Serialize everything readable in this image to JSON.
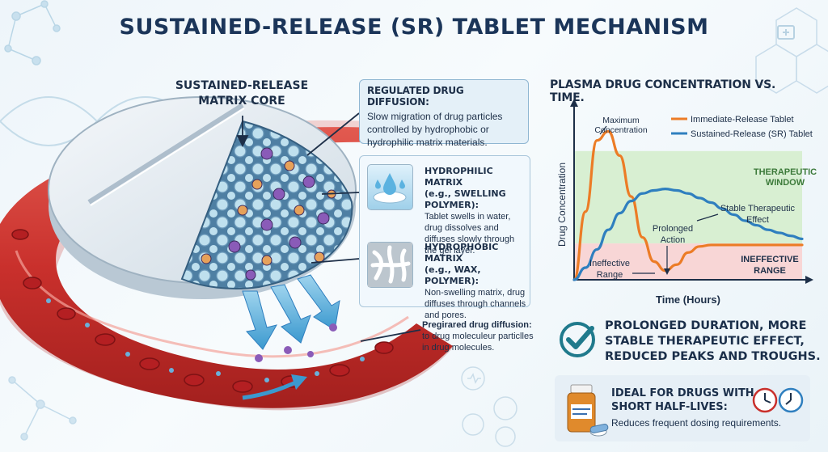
{
  "title": "SUSTAINED-RELEASE (SR) TABLET MECHANISM",
  "core_label": [
    "SUSTAINED-RELEASE",
    "MATRIX CORE"
  ],
  "regulated": {
    "title": "REGULATED DRUG DIFFUSION:",
    "text": "Slow migration of drug particles controlled by hydrophobic or hydrophilic matrix materials."
  },
  "hydrophilic": {
    "title": "HYDROPHILIC MATRIX",
    "subtitle": "(e.g., SWELLING POLYMER):",
    "text": "Tablet swells in water, drug dissolves and diffuses slowly through the gel layer."
  },
  "hydrophobic": {
    "title": "HYDROPHOBIC MATRIX",
    "subtitle": "(e.g., WAX, POLYMER):",
    "text": "Non-swelling matrix, drug diffuses through channels and pores."
  },
  "pregired": {
    "bold": "Pregirared drug diffusion:",
    "text": "to drug moleculeur particlles in drug molecules."
  },
  "chart_title": "PLASMA DRUG CONCENTRATION VS. TIME.",
  "chart_data": {
    "type": "line",
    "xlabel": "Time (Hours)",
    "ylabel": "Drug Concentration",
    "x": [
      0,
      0.5,
      1,
      1.5,
      2,
      2.5,
      3,
      3.5,
      4,
      4.5,
      5,
      5.5,
      6,
      6.5,
      7,
      7.5,
      8,
      8.5,
      9,
      9.5,
      10
    ],
    "series": [
      {
        "name": "Immediate-Release Tablet",
        "color": "#ec7c26",
        "values": [
          0,
          45,
          92,
          98,
          82,
          55,
          28,
          12,
          6,
          10,
          18,
          22,
          23,
          23,
          23,
          23,
          23,
          23,
          23,
          23,
          23
        ]
      },
      {
        "name": "Sustained-Release (SR) Tablet",
        "color": "#2f7fbf",
        "values": [
          0,
          8,
          20,
          33,
          44,
          52,
          57,
          59,
          60,
          59,
          57,
          54,
          51,
          47,
          43,
          39,
          36,
          33,
          31,
          29,
          27
        ]
      }
    ],
    "regions": [
      {
        "label": "THERAPEUTIC WINDOW",
        "from": 24,
        "to": 85,
        "color": "#d8efd2"
      },
      {
        "label": "INEFFECTIVE RANGE",
        "from": 0,
        "to": 24,
        "color": "#f8d6d6"
      }
    ],
    "annotations": [
      "Maximum Concentration",
      "Stable Therapeutic Effect",
      "Prolonged Action",
      "Ineffective Range"
    ],
    "xlim": [
      0,
      10
    ],
    "ylim": [
      0,
      110
    ],
    "grid": false,
    "legend": "top-right"
  },
  "summary": "PROLONGED DURATION, MORE STABLE THERAPEUTIC EFFECT, REDUCED PEAKS AND TROUGHS.",
  "ideal": {
    "title_line1": "IDEAL FOR DRUGS WITH",
    "title_line2": "SHORT HALF-LIVES:",
    "text": "Reduces frequent dosing requirements."
  },
  "colors": {
    "title": "#1b3559",
    "ir": "#ec7c26",
    "sr": "#2f7fbf",
    "vessel": "#c9302c",
    "check": "#1f7a8c"
  },
  "icons": [
    "checkmark-icon",
    "medicine-bottle-icon",
    "clock-icon",
    "dna-helix-icon",
    "medical-kit-icon"
  ]
}
